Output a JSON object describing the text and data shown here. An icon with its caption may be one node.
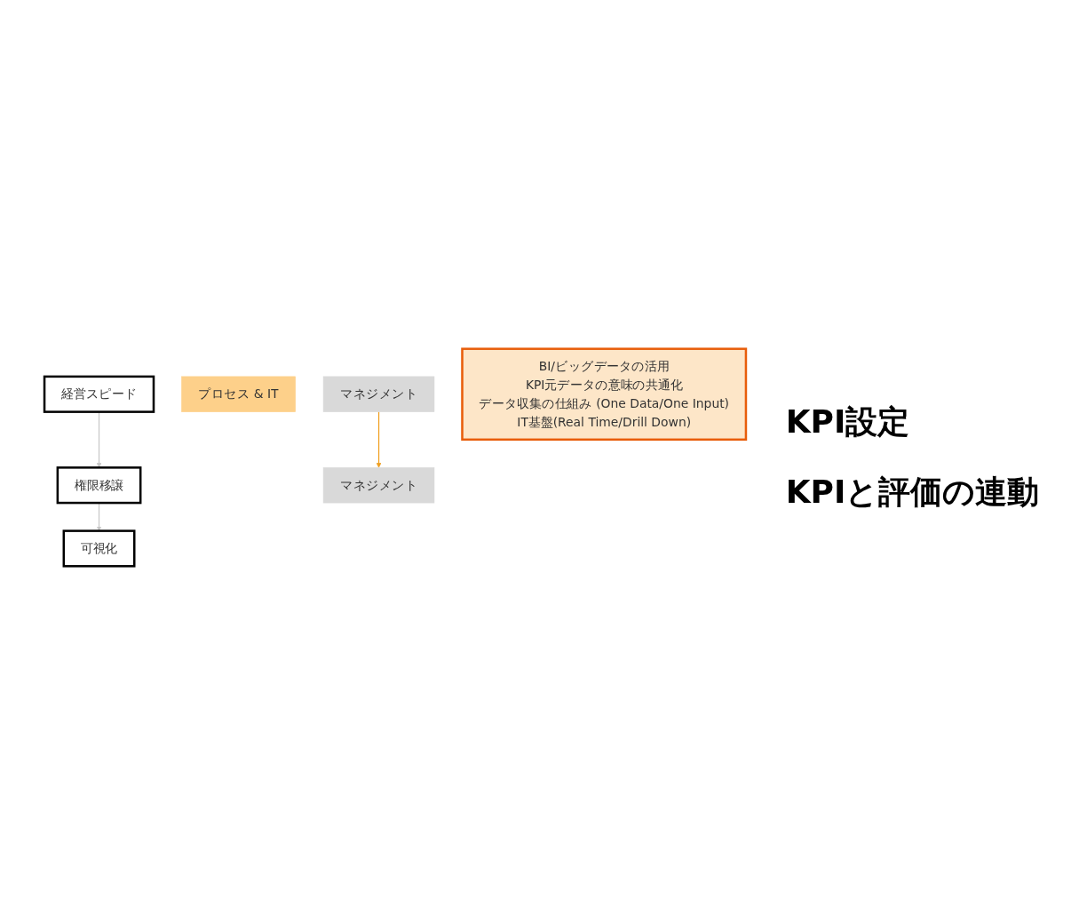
{
  "diagram": {
    "nodes": [
      {
        "text": [
          "経営スピード"
        ]
      },
      {
        "text": [
          "権限移譲"
        ]
      },
      {
        "text": [
          "可視化"
        ]
      },
      {
        "text": [
          "マネジメント"
        ]
      },
      {
        "text": [
          "プロセス & IT"
        ]
      },
      {
        "text": [
          "マネジメント"
        ]
      },
      {
        "text": [
          "BI/ビッグデータの活用",
          "KPI元データの意味の共通化",
          "データ収集の仕組み (One Data/One Input)",
          "IT基盤(Real Time/Drill Down)"
        ]
      }
    ],
    "edges": [
      {
        "from": 0,
        "to": 1,
        "arrow": "to",
        "color": "#c8c8c8"
      },
      {
        "from": 1,
        "to": 2,
        "arrow": "to",
        "color": "#c8c8c8"
      },
      {
        "from": 5,
        "to": 3,
        "arrow": "to",
        "color": "#f0a020"
      }
    ],
    "labels": [
      "KPI設定",
      "KPIと評価の連動"
    ]
  }
}
